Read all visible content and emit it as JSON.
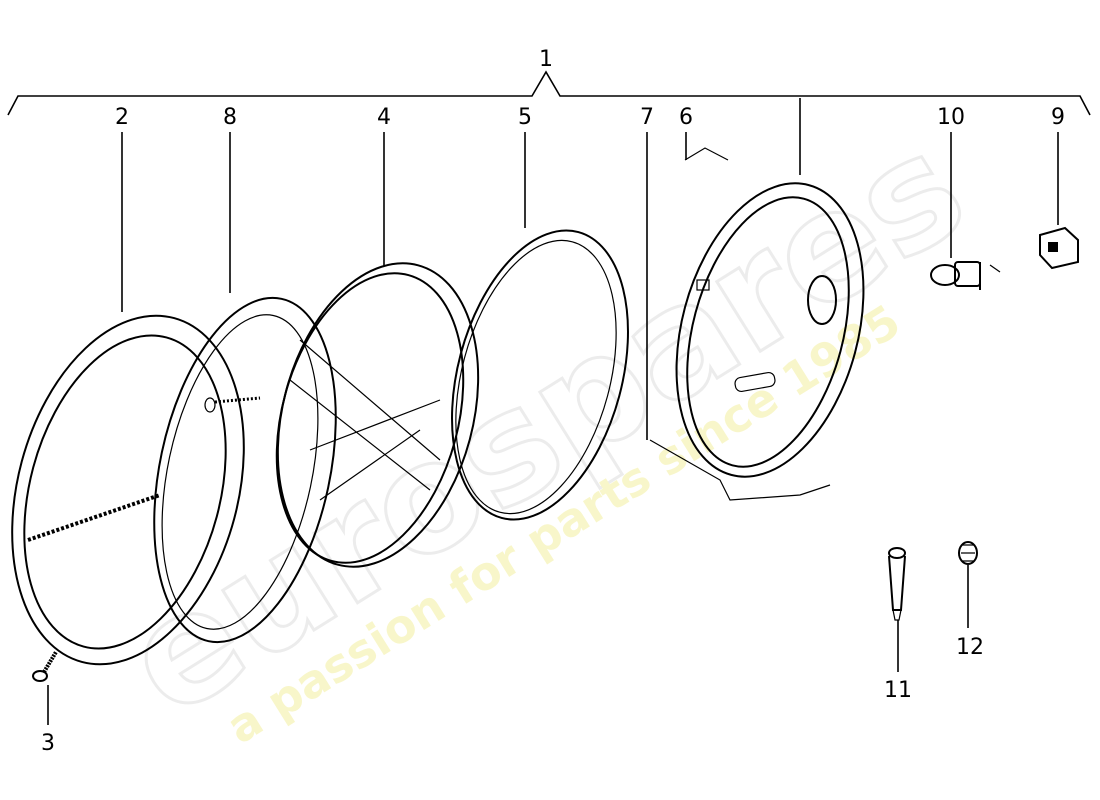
{
  "diagram": {
    "callouts": [
      {
        "id": "1",
        "label": "1"
      },
      {
        "id": "2",
        "label": "2"
      },
      {
        "id": "8",
        "label": "8"
      },
      {
        "id": "4",
        "label": "4"
      },
      {
        "id": "5",
        "label": "5"
      },
      {
        "id": "7",
        "label": "7"
      },
      {
        "id": "6",
        "label": "6"
      },
      {
        "id": "10",
        "label": "10"
      },
      {
        "id": "9",
        "label": "9"
      },
      {
        "id": "3",
        "label": "3"
      },
      {
        "id": "11",
        "label": "11"
      },
      {
        "id": "12",
        "label": "12"
      }
    ]
  },
  "watermark": {
    "brand": "eurospares",
    "tagline": "a passion for parts since 1985"
  }
}
